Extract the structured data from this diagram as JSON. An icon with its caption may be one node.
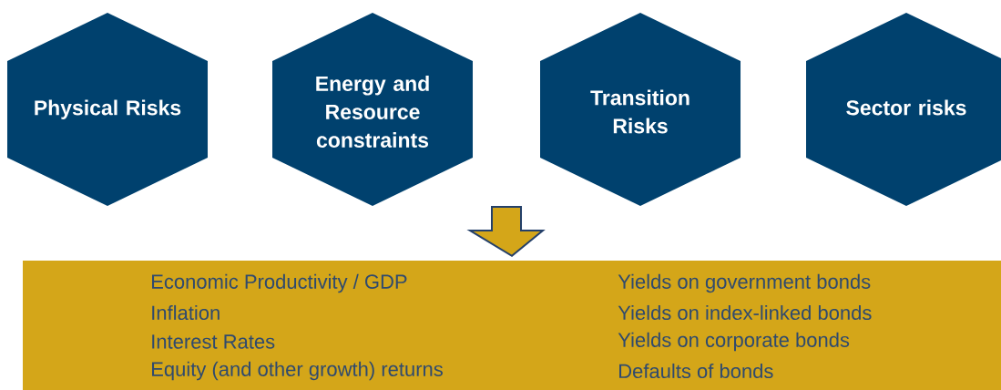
{
  "diagram": {
    "nodes": [
      {
        "text": [
          "Physical Risks"
        ]
      },
      {
        "text": [
          "Energy and Resource constraints"
        ]
      },
      {
        "text": [
          "Transition Risks"
        ]
      },
      {
        "text": [
          "Sector risks"
        ]
      },
      {
        "text": [
          "Economic Productivity / GDP",
          "Inflation",
          "Interest Rates",
          "Equity (and other growth) returns",
          "Yields on government bonds",
          "Yields on index-linked bonds",
          "Yields on corporate bonds",
          "Defaults of bonds"
        ]
      }
    ],
    "edges": [
      {
        "from": null,
        "to": 4,
        "arrow": "to"
      }
    ]
  }
}
